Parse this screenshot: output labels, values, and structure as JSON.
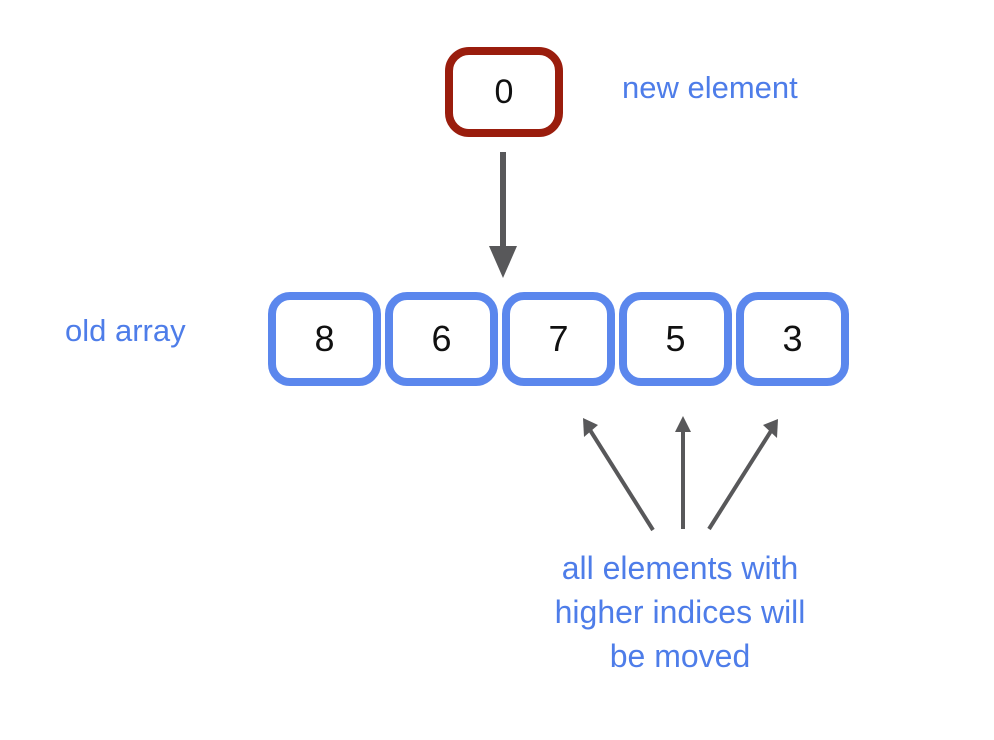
{
  "diagram": {
    "new_element": {
      "value": "0",
      "label": "new element"
    },
    "old_array": {
      "label": "old array",
      "values": [
        "8",
        "6",
        "7",
        "5",
        "3"
      ]
    },
    "annotation": {
      "line1": "all elements with",
      "line2": "higher indices will",
      "line3": "be moved"
    },
    "colors": {
      "accent_blue": "#4e7de9",
      "cell_border_blue": "#5b87ed",
      "new_element_border_red": "#9a1d0d",
      "arrow_gray": "#58585a"
    }
  }
}
